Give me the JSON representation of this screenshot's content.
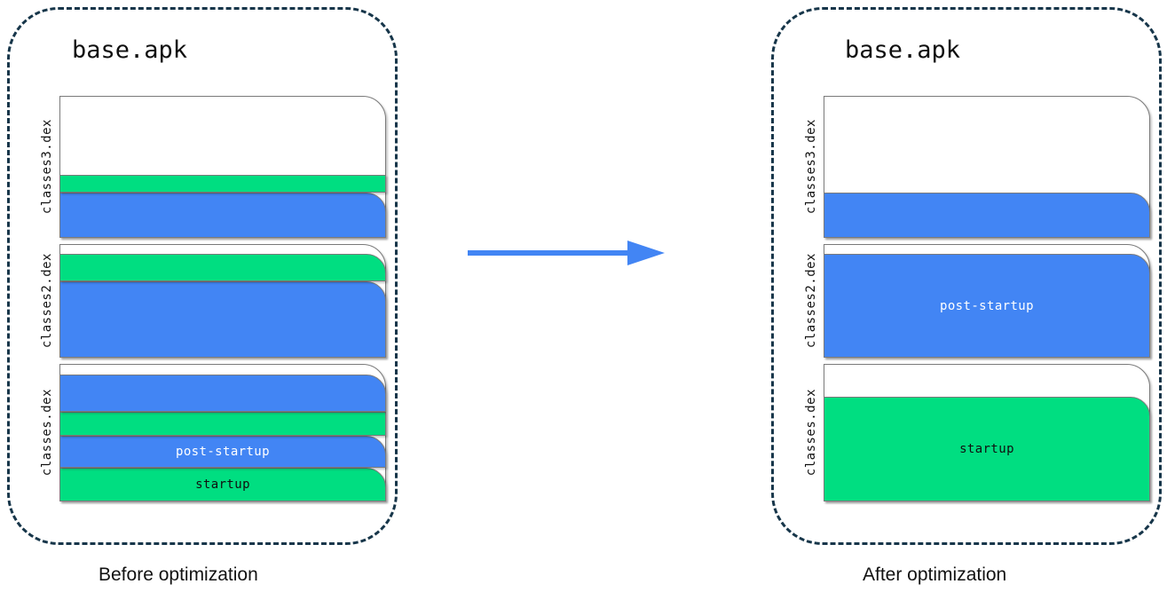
{
  "colors": {
    "blue": "#4285F4",
    "green": "#00DE81",
    "white": "#FFFFFF",
    "panel_dash": "#17364A",
    "segment_border": "#7A7A7A",
    "arrow": "#4285F4"
  },
  "panels": [
    {
      "id": "before",
      "title": "base.apk",
      "caption": "Before optimization",
      "dex_files": [
        {
          "label": "classes3.dex",
          "segments": [
            {
              "fill": "white",
              "label": "",
              "height_pct": 56
            },
            {
              "fill": "green",
              "label": "",
              "height_pct": 12
            },
            {
              "fill": "blue",
              "label": "",
              "height_pct": 32
            }
          ]
        },
        {
          "label": "classes2.dex",
          "segments": [
            {
              "fill": "white",
              "label": "",
              "height_pct": 9
            },
            {
              "fill": "green",
              "label": "",
              "height_pct": 24
            },
            {
              "fill": "blue",
              "label": "",
              "height_pct": 67
            }
          ]
        },
        {
          "label": "classes.dex",
          "segments": [
            {
              "fill": "white",
              "label": "",
              "height_pct": 8
            },
            {
              "fill": "blue",
              "label": "",
              "height_pct": 28
            },
            {
              "fill": "green",
              "label": "",
              "height_pct": 17
            },
            {
              "fill": "blue",
              "label": "post-startup",
              "height_pct": 23
            },
            {
              "fill": "green",
              "label": "startup",
              "height_pct": 24
            }
          ]
        }
      ]
    },
    {
      "id": "after",
      "title": "base.apk",
      "caption": "After optimization",
      "dex_files": [
        {
          "label": "classes3.dex",
          "segments": [
            {
              "fill": "white",
              "label": "",
              "height_pct": 68
            },
            {
              "fill": "blue",
              "label": "",
              "height_pct": 32
            }
          ]
        },
        {
          "label": "classes2.dex",
          "segments": [
            {
              "fill": "white",
              "label": "",
              "height_pct": 9
            },
            {
              "fill": "blue",
              "label": "post-startup",
              "height_pct": 91
            }
          ]
        },
        {
          "label": "classes.dex",
          "segments": [
            {
              "fill": "white",
              "label": "",
              "height_pct": 24
            },
            {
              "fill": "green",
              "label": "startup",
              "height_pct": 76
            }
          ]
        }
      ]
    }
  ],
  "arrow": {
    "name": "optimization-arrow",
    "direction": "right"
  }
}
